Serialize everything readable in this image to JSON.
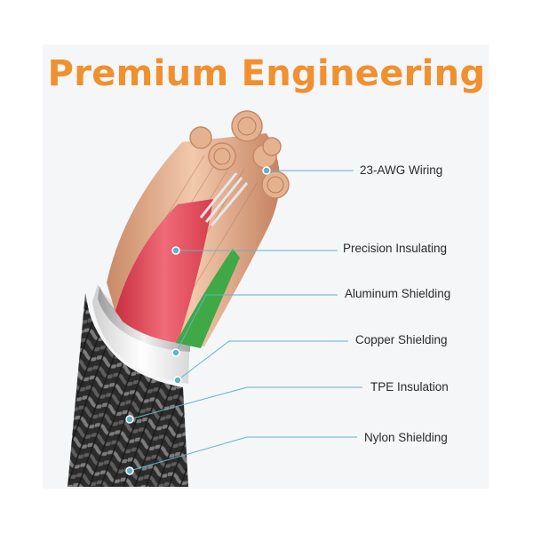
{
  "title": "Premium Engineering",
  "colors": {
    "title": "#f0902e",
    "leader_line": "#62b2c8",
    "copper": "#d9a07e",
    "red_insulation": "#e8495a",
    "green_insulation": "#3ea946",
    "braid": "#2b2b2b"
  },
  "layers": [
    {
      "label": "23-AWG Wiring"
    },
    {
      "label": "Precision Insulating"
    },
    {
      "label": "Aluminum Shielding"
    },
    {
      "label": "Copper Shielding"
    },
    {
      "label": "TPE Insulation"
    },
    {
      "label": "Nylon Shielding"
    }
  ]
}
